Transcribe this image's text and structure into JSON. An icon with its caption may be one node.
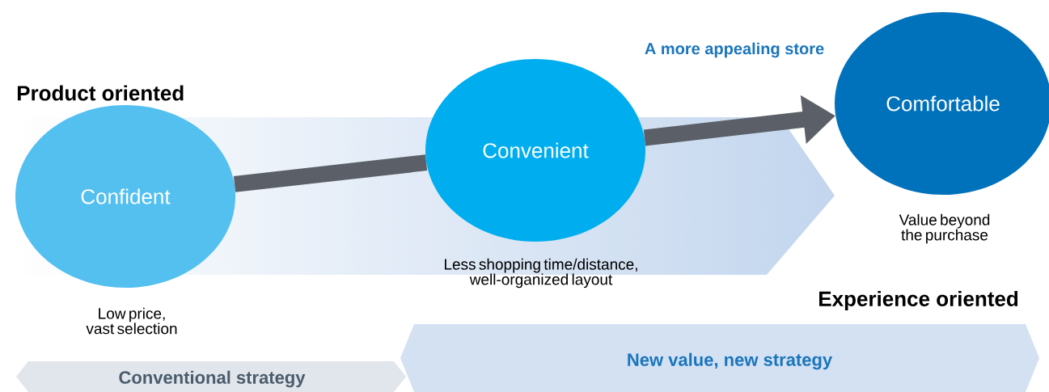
{
  "diagram": {
    "nodes": [
      {
        "text": [
          "Confident"
        ],
        "beside": [
          "Low price, vast selection"
        ]
      },
      {
        "text": [
          "Convenient"
        ],
        "beside": [
          "Less shopping time/distance, well-organized layout"
        ]
      },
      {
        "text": [
          "Comfortable"
        ],
        "beside": [
          "Value beyond the purchase"
        ]
      },
      {
        "text": [
          "Conventional strategy"
        ]
      },
      {
        "text": [
          "New value, new strategy"
        ]
      }
    ],
    "edges": [
      {
        "from": 0,
        "to": 1,
        "arrow": "none"
      },
      {
        "from": 1,
        "to": 2,
        "arrow": "to"
      }
    ],
    "labels": [
      "Product oriented",
      "A more appealing store",
      "Experience oriented"
    ]
  }
}
